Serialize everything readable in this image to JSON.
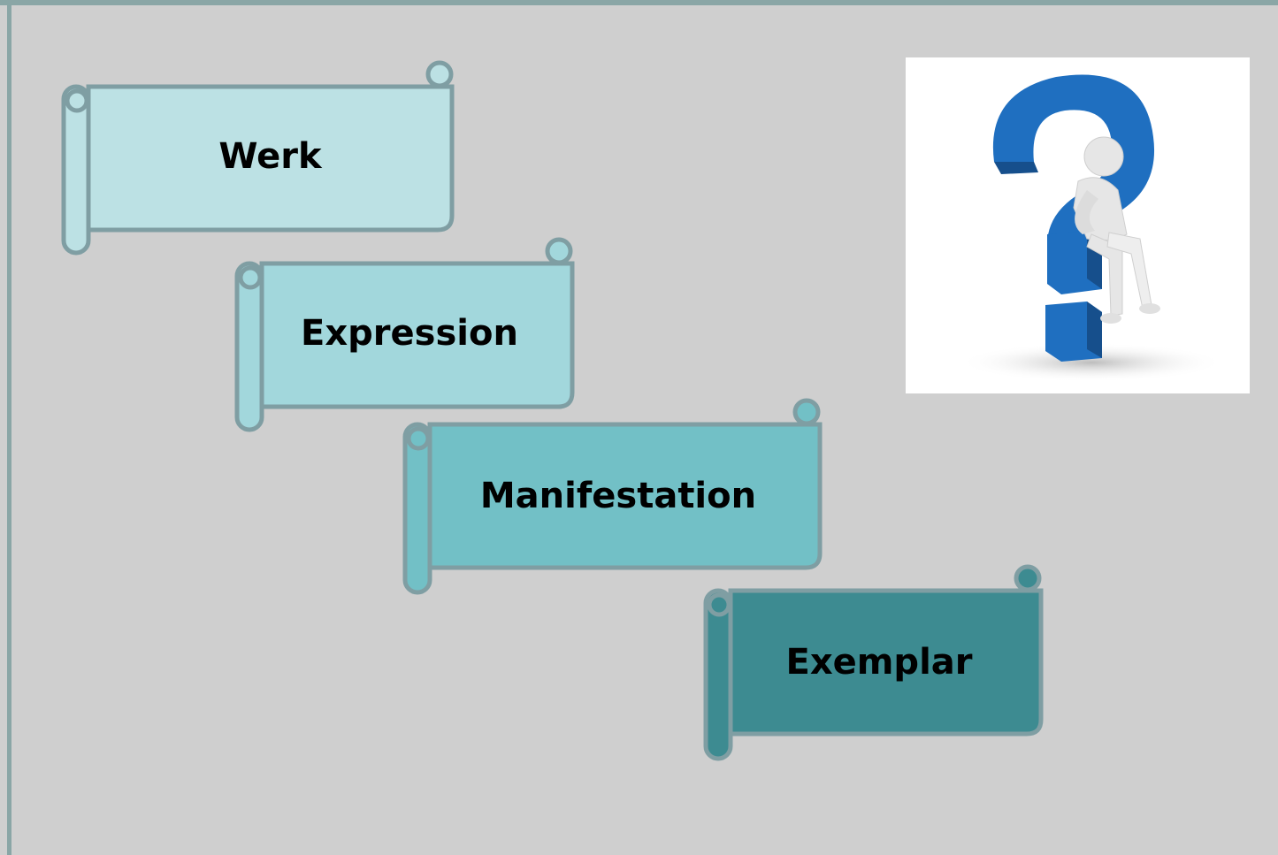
{
  "colors": {
    "background": "#cfcfcf",
    "frame": "#8aa6a6",
    "scroll_border": "#7f9ea3",
    "werk_fill": "#bce1e4",
    "expression_fill": "#a2d7dc",
    "manifestation_fill": "#72c0c6",
    "exemplar_fill": "#3d8b91"
  },
  "scrolls": [
    {
      "label": "Werk"
    },
    {
      "label": "Expression"
    },
    {
      "label": "Manifestation"
    },
    {
      "label": "Exemplar"
    }
  ],
  "illustration": {
    "icon": "thinking-person-on-question-mark-icon",
    "mark_color": "#1f6fc0",
    "figure_color": "#e8e8e8"
  }
}
